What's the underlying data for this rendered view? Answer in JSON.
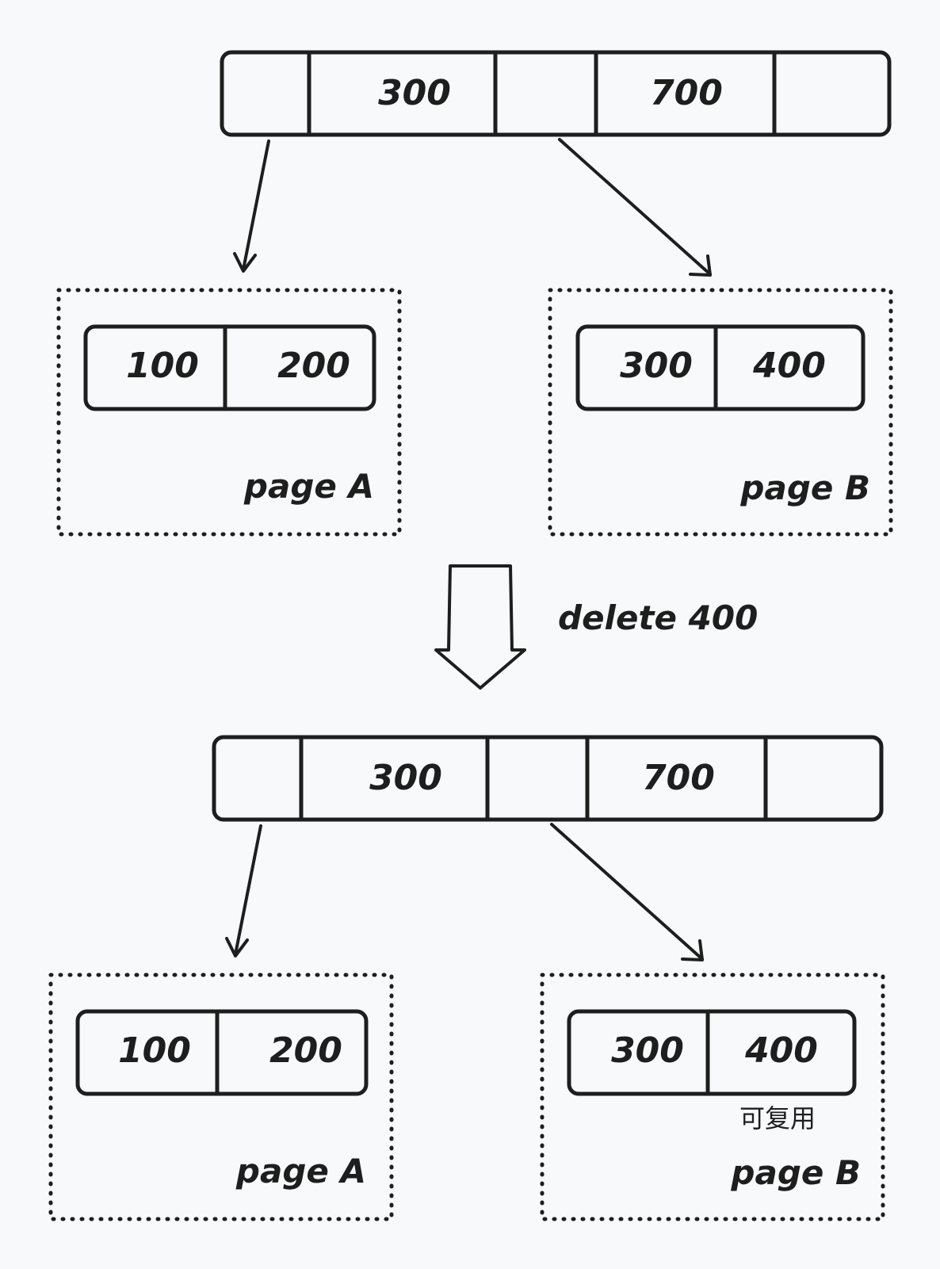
{
  "before": {
    "root": {
      "keys": [
        "300",
        "700"
      ]
    },
    "page_a": {
      "label": "page A",
      "keys": [
        "100",
        "200"
      ]
    },
    "page_b": {
      "label": "page B",
      "keys": [
        "300",
        "400"
      ]
    }
  },
  "transition": {
    "label": "delete 400"
  },
  "after": {
    "root": {
      "keys": [
        "300",
        "700"
      ]
    },
    "page_a": {
      "label": "page A",
      "keys": [
        "100",
        "200"
      ]
    },
    "page_b": {
      "label": "page B",
      "keys": [
        "300",
        "400"
      ],
      "note": "可复用"
    }
  }
}
